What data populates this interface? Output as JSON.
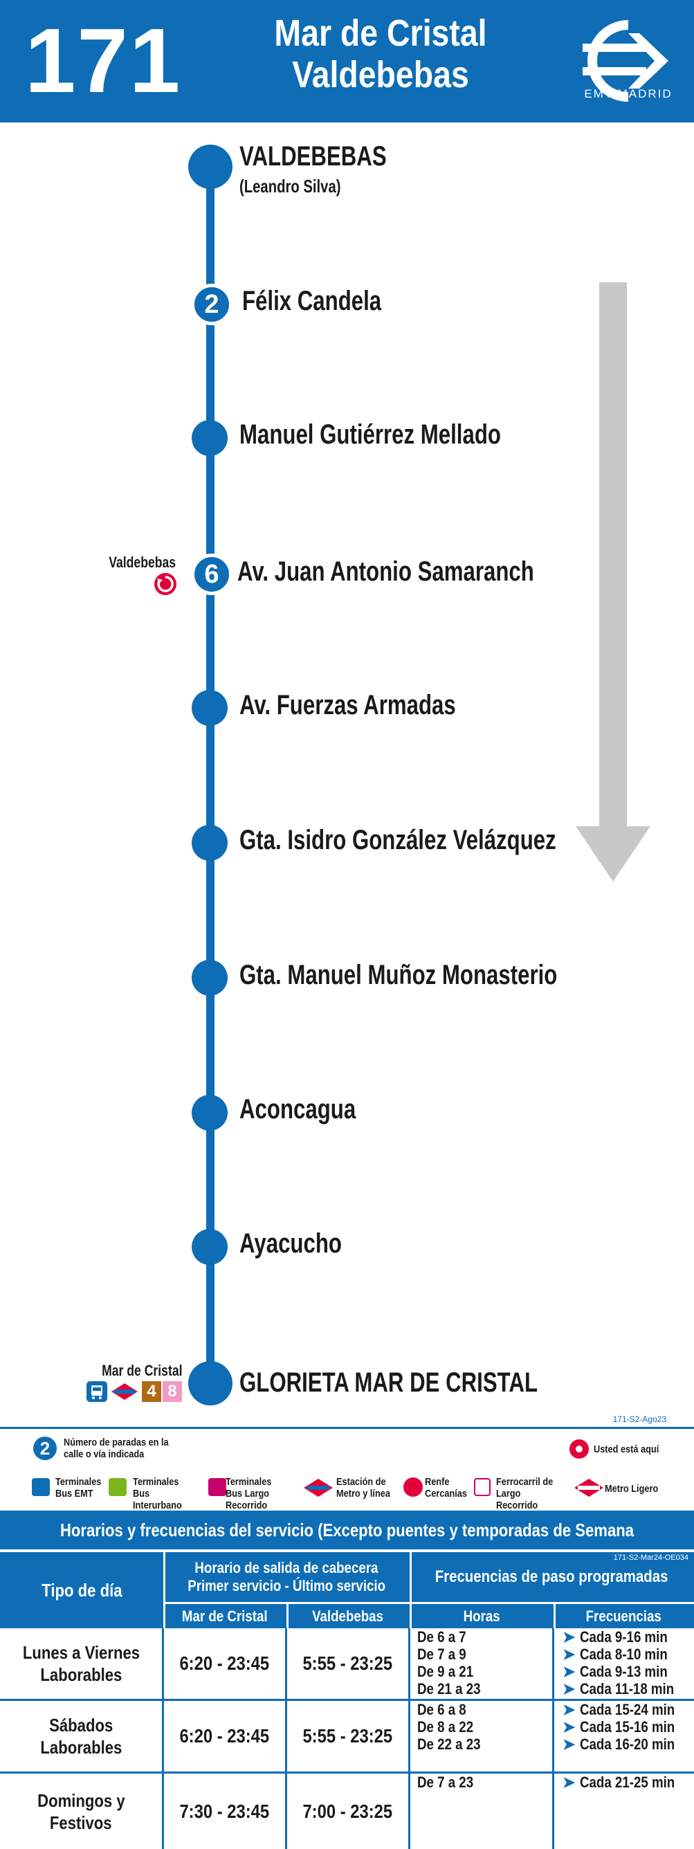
{
  "header": {
    "line_number": "171",
    "destination_1": "Mar de Cristal",
    "destination_2": "Valdebebas",
    "logo_text": "EMT MADRID"
  },
  "stops": [
    {
      "name": "VALDEBEBAS",
      "sub": "(Leandro Silva)",
      "stop_count": ""
    },
    {
      "name": "Félix Candela",
      "sub": "",
      "stop_count": "2"
    },
    {
      "name": "Manuel Gutiérrez Mellado",
      "sub": "",
      "stop_count": ""
    },
    {
      "name": "Av. Juan Antonio Samaranch",
      "sub": "",
      "stop_count": "6"
    },
    {
      "name": "Av. Fuerzas Armadas",
      "sub": "",
      "stop_count": ""
    },
    {
      "name": "Gta. Isidro González Velázquez",
      "sub": "",
      "stop_count": ""
    },
    {
      "name": "Gta. Manuel Muñoz Monasterio",
      "sub": "",
      "stop_count": ""
    },
    {
      "name": "Aconcagua",
      "sub": "",
      "stop_count": ""
    },
    {
      "name": "Ayacucho",
      "sub": "",
      "stop_count": ""
    },
    {
      "name": "GLORIETA MAR DE CRISTAL",
      "sub": "",
      "stop_count": ""
    }
  ],
  "connections": {
    "valdebebas_label": "Valdebebas",
    "mar_de_cristal_label": "Mar de Cristal",
    "metro_lines": [
      "4",
      "8"
    ]
  },
  "codes": {
    "top": "171-S2-Ago23",
    "schedule": "171-S2-Mar24-OE034"
  },
  "legend": {
    "stops_count": "Número de paradas en la calle o vía indicada",
    "you_are_here": "Usted está aquí",
    "emt_terminals": "Terminales Bus EMT",
    "interurban_terminals": "Terminales Bus Interurbano",
    "long_distance_terminals": "Terminales Bus Largo Recorrido",
    "metro_station": "Estación de Metro y línea",
    "renfe": "Renfe Cercanías",
    "long_rail": "Ferrocarril de Largo Recorrido",
    "light_metro": "Metro Ligero",
    "sample_number": "2"
  },
  "schedule": {
    "title": "Horarios y frecuencias del servicio (Excepto puentes y temporadas de Semana Santa y Verano)",
    "col_day": "Tipo de día",
    "col_first_last_1": "Horario de salida de cabecera",
    "col_first_last_2": "Primer servicio - Último servicio",
    "col_freq": "Frecuencias de paso programadas",
    "sub_mar": "Mar de Cristal",
    "sub_valde": "Valdebebas",
    "sub_hours": "Horas",
    "sub_freqs": "Frecuencias",
    "rows": [
      {
        "day_1": "Lunes a Viernes",
        "day_2": "Laborables",
        "mar": "6:20 - 23:45",
        "valde": "5:55 - 23:25",
        "hours": [
          "De 6 a 7",
          "De 7 a 9",
          "De 9 a 21",
          "De 21 a 23"
        ],
        "freqs": [
          "Cada 9-16 min",
          "Cada 8-10 min",
          "Cada 9-13 min",
          "Cada 11-18 min"
        ]
      },
      {
        "day_1": "Sábados",
        "day_2": "Laborables",
        "mar": "6:20 - 23:45",
        "valde": "5:55 - 23:25",
        "hours": [
          "De 6 a 8",
          "De 8 a 22",
          "De 22 a 23"
        ],
        "freqs": [
          "Cada 15-24 min",
          "Cada 15-16 min",
          "Cada 16-20 min"
        ]
      },
      {
        "day_1": "Domingos y",
        "day_2": "Festivos",
        "mar": "7:30 - 23:45",
        "valde": "7:00 - 23:25",
        "hours": [
          "De 7 a 23"
        ],
        "freqs": [
          "Cada 21-25 min"
        ]
      }
    ]
  }
}
